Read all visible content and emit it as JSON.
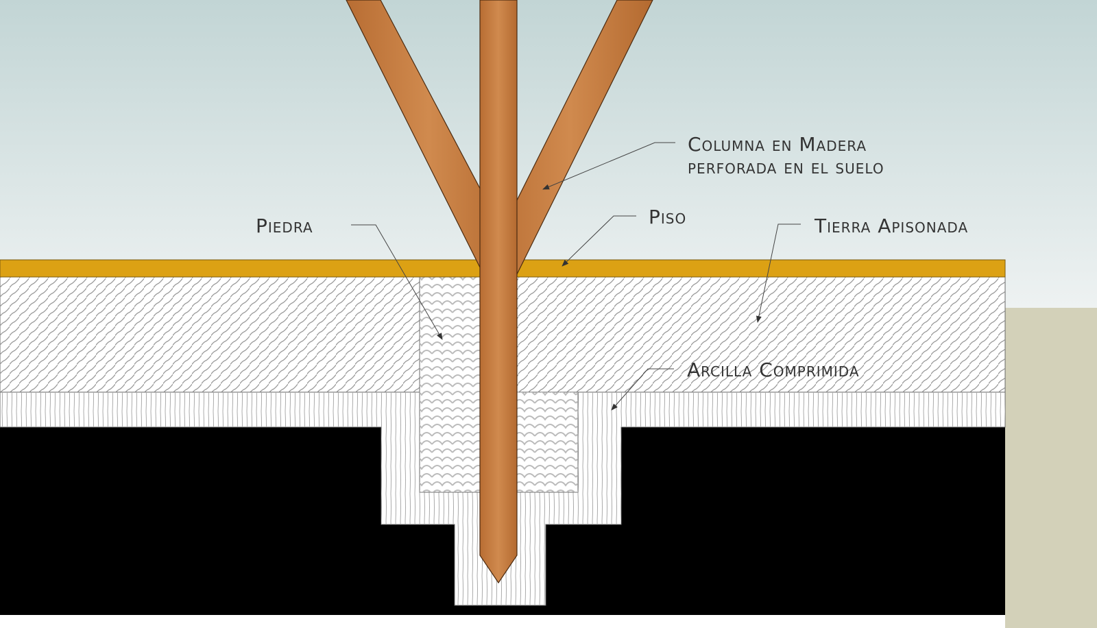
{
  "labels": {
    "column_line1": "Columna en Madera",
    "column_line2": "perforada en el suelo",
    "stone": "Piedra",
    "floor": "Piso",
    "rammed_earth": "Tierra Apisonada",
    "clay": "Arcilla Comprimida"
  },
  "colors": {
    "sky_top": "#c2d5d5",
    "sky_bottom": "#eef2f2",
    "floor": "#dca114",
    "wood": "#c47a3f",
    "ground": "#000000",
    "side_panel": "#d3d1b9"
  }
}
